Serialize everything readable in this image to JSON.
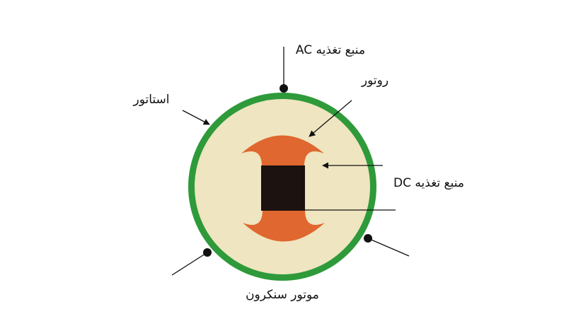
{
  "labels": {
    "ac_supply": "منبع تغذیه AC",
    "rotor": "روتور",
    "stator": "استاتور",
    "dc_supply": "منبع تغذیه DC",
    "caption": "موتور سنکرون"
  },
  "colors": {
    "stator_ring": "#2e9a3a",
    "stator_inner": "#efe5c0",
    "rotor_poles": "#e0672f",
    "rotor_core": "#1c1210",
    "lines": "#111111"
  }
}
